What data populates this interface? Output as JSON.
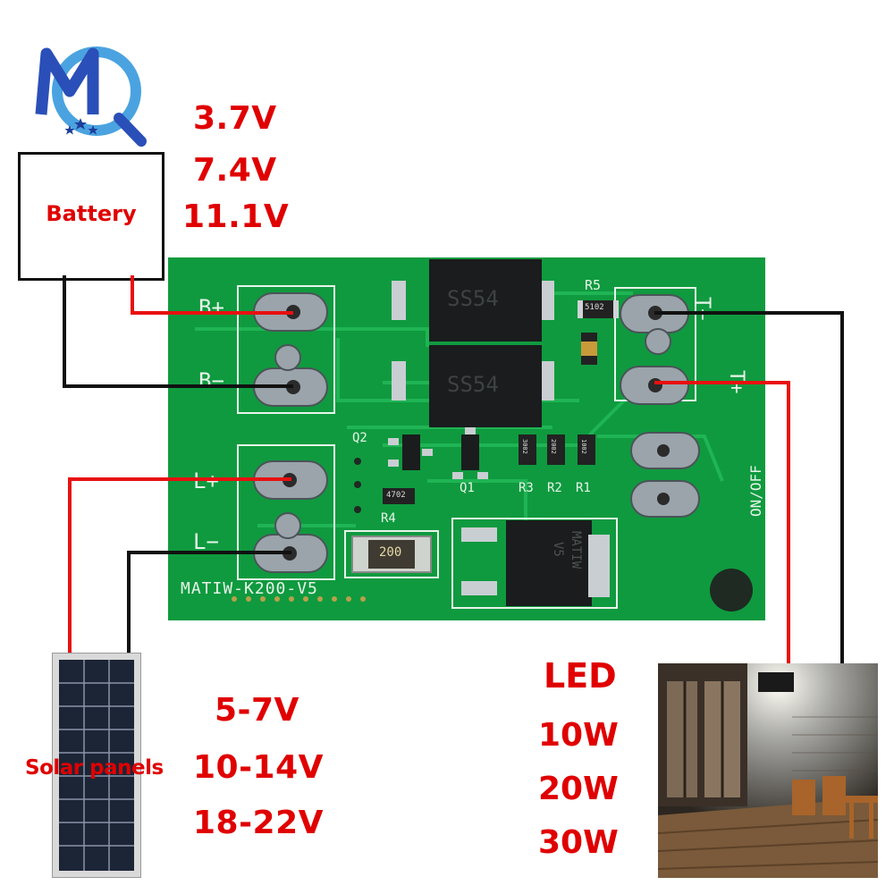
{
  "logo": {
    "text": "MQ",
    "colors": {
      "m": "#2a4fb8",
      "q": "#4aa3e0",
      "stars": "#1e3e9a"
    }
  },
  "battery": {
    "label": "Battery",
    "voltages": [
      "3.7V",
      "7.4V",
      "11.1V"
    ]
  },
  "solar": {
    "label": "Solar panels",
    "voltages": [
      "5-7V",
      "10-14V",
      "18-22V"
    ]
  },
  "led": {
    "label": "LED",
    "powers": [
      "10W",
      "20W",
      "30W"
    ]
  },
  "pcb": {
    "model": "MATIW-K200-V5",
    "terminals": {
      "b_plus": "B+",
      "b_minus": "B−",
      "l_plus": "L+",
      "l_minus": "L−",
      "t_minus": "T−",
      "t_plus": "T+"
    },
    "switch_label": "ON/OFF",
    "diodes": [
      "SS54",
      "SS54"
    ],
    "chip_label_1": "MATIW",
    "chip_label_2": "V5",
    "designators": {
      "r5": "R5",
      "q2": "Q2",
      "q1": "Q1",
      "r3": "R3",
      "r2": "R2",
      "r1": "R1",
      "r4": "R4"
    },
    "resistor_codes": {
      "r5": "5102",
      "r4": "4702",
      "r3": "3002",
      "r2": "2002",
      "r1": "1002",
      "shunt": "200"
    }
  },
  "colors": {
    "pcb_green": "#0f9a3f",
    "pcb_trace": "#16b04c",
    "label_red": "#e00000",
    "wire_red": "#e81010",
    "wire_black": "#111111"
  }
}
